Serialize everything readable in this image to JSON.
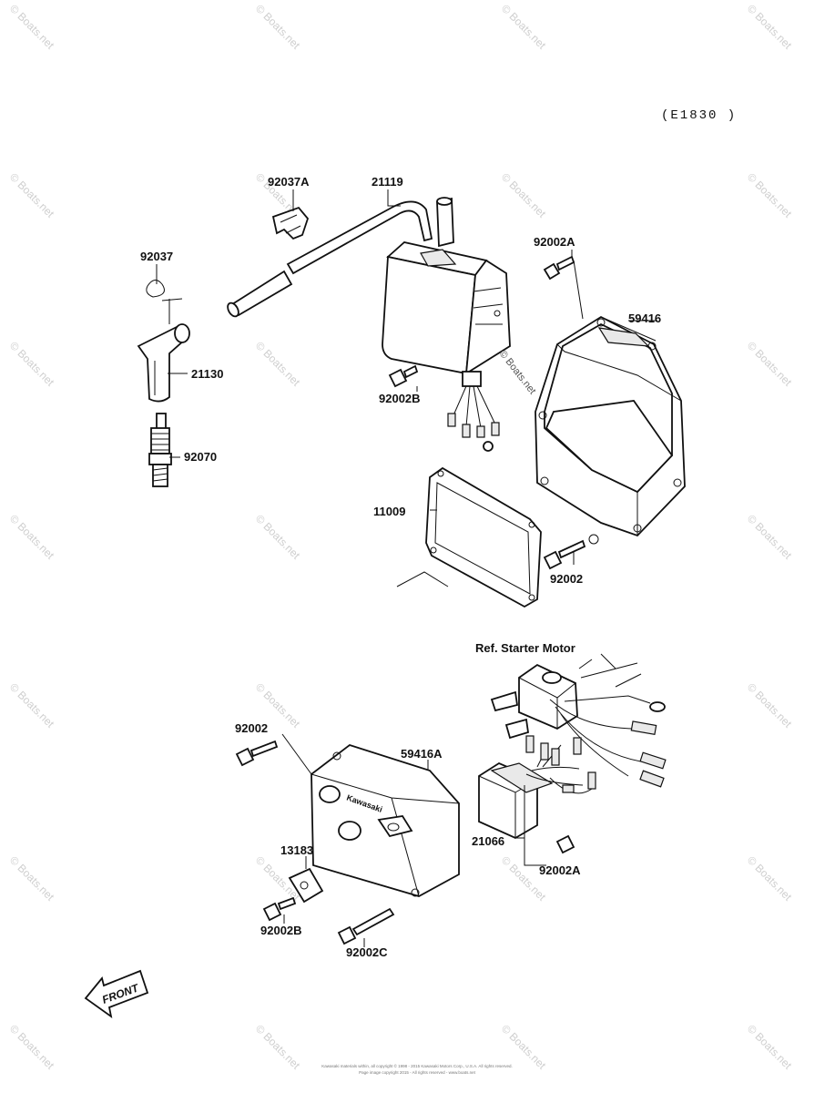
{
  "diagram_code": "(E1830 )",
  "labels": {
    "p92037A": "92037A",
    "p21119": "21119",
    "p92037": "92037",
    "p21130": "21130",
    "p92070": "92070",
    "p92002A_top": "92002A",
    "p59416": "59416",
    "p92002B_top": "92002B",
    "p11009": "11009",
    "p92002_top": "92002",
    "ref_starter": "Ref. Starter Motor",
    "p92002_bot": "92002",
    "p59416A": "59416A",
    "p13183": "13183",
    "p21066": "21066",
    "p92002A_bot": "92002A",
    "p92002B_bot": "92002B",
    "p92002C": "92002C"
  },
  "front_arrow_text": "FRONT",
  "watermark": "© Boats.net",
  "stamp_text": "© Boats.net",
  "casting_text": "Kawasaki",
  "footer_line1": "Kawasaki materials within, all copyright © 1998 - 2015 Kawasaki Motors Corp., U.S.A. All rights reserved.",
  "footer_line2": "Page image copyright 2015 - All rights reserved - www.boats.net"
}
